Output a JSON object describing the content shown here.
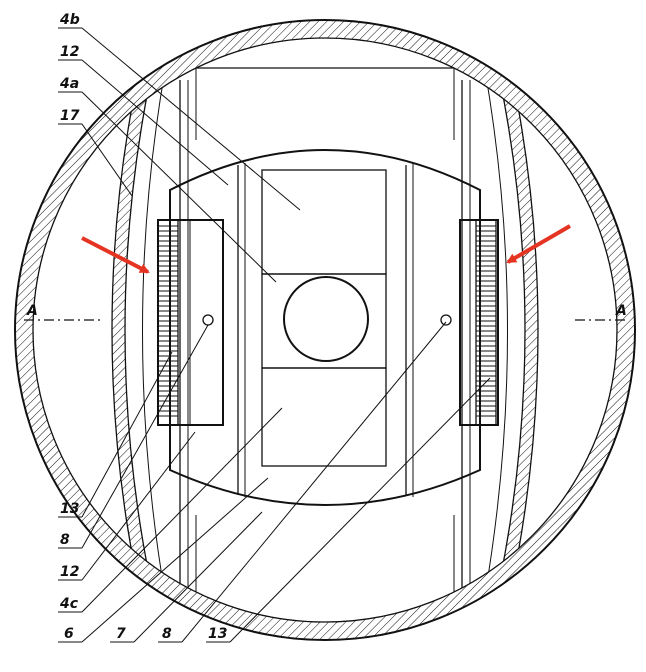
{
  "labels": {
    "l4b": "4b",
    "l12_top": "12",
    "l4a": "4a",
    "l17": "17",
    "lA_left": "A",
    "lA_right": "A",
    "l13_left": "13",
    "l8_left": "8",
    "l12_bottom": "12",
    "l4c": "4c",
    "l6": "6",
    "l7": "7",
    "l8_bottom": "8",
    "l13_bottom": "13"
  },
  "colors": {
    "line": "#111111",
    "arrow": "#e53422",
    "background": "#ffffff"
  }
}
